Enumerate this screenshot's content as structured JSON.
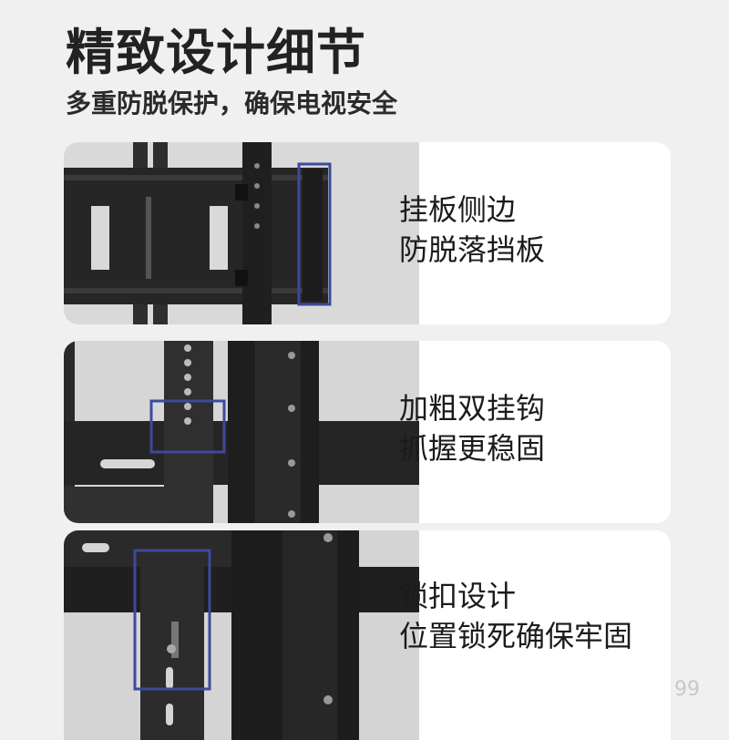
{
  "header": {
    "title": "精致设计细节",
    "subtitle": "多重防脱保护，确保电视安全"
  },
  "features": [
    {
      "line1": "挂板侧边",
      "line2": "防脱落挡板",
      "image": "tv-mount-side-baffle-photo"
    },
    {
      "line1": "加粗双挂钩",
      "line2": "抓握更稳固",
      "image": "tv-mount-double-hook-photo"
    },
    {
      "line1": "锁扣设计",
      "line2": "位置锁死确保牢固",
      "image": "tv-mount-lock-buckle-photo"
    }
  ],
  "watermark": "99",
  "colors": {
    "background": "#f0f0f0",
    "card": "#ffffff",
    "metal": "#2b2b2b",
    "highlight": "#3c4a9c"
  }
}
